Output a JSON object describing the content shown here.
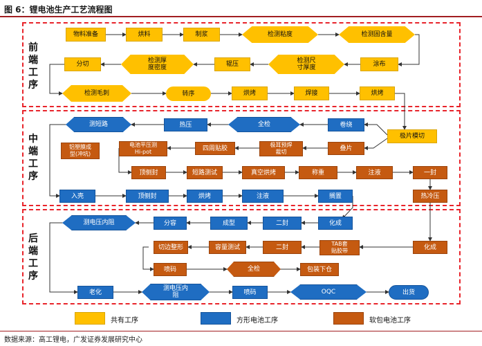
{
  "figure_title": "图 6：锂电池生产工艺流程图",
  "source": "数据来源：高工锂电，广发证券发展研究中心",
  "sections": {
    "front": "前\n端\n工\n序",
    "middle": "中\n端\n工\n序",
    "back": "后\n端\n工\n序"
  },
  "nodes": {
    "material_prep": "物料准备",
    "baking_material": "烘料",
    "slurry": "制浆",
    "viscosity_test": "检测粘度",
    "solid_content_test": "检测固含量",
    "slitting": "分切",
    "thickness_density_test": "检测厚\n度密度",
    "rolling": "辊压",
    "size_thickness_test": "检测尺\n寸厚度",
    "coating": "涂布",
    "burr_test": "检测毛刺",
    "transfer": "转序",
    "bake_front_1": "烘烤",
    "welding": "焊接",
    "bake_front_2": "烘烤",
    "tab_die_cut": "极片模切",
    "short_test_mid": "测短路",
    "hot_press": "热压",
    "full_check_mid": "全检",
    "winding": "卷绕",
    "aluminum_film": "铝塑膜成\n型(冲坑)",
    "voltage_insulation": "电池平压测\nHi-pot",
    "four_side_tape": "四周贴胶",
    "tab_prewelding": "极耳预焊\n裁切",
    "stacking": "叠片",
    "top_side_seal": "顶侧封",
    "short_circuit_test": "短路测试",
    "vacuum_bake": "真空烘烤",
    "weighing": "称重",
    "electrolyte_fill_soft": "注液",
    "first_seal": "一封",
    "case_insert": "入壳",
    "top_side_seal_square": "顶侧封",
    "bake_mid": "烘烤",
    "electrolyte_fill_square": "注液",
    "resting": "搁置",
    "hot_cold_press": "热冷压",
    "voltage_resistance_test": "测电压内阻",
    "capacity_grading": "分容",
    "shaping": "成型",
    "second_seal_square": "二封",
    "formation_square": "化成",
    "edge_trim": "切边整形",
    "capacity_test": "容量测试",
    "second_seal_soft": "二封",
    "tab_glue": "TAB套\n贴胶带",
    "formation_soft": "化成",
    "inkjet_back": "喷码",
    "full_check_back": "全检",
    "packing": "包装下仓",
    "aging": "老化",
    "voltage_resistance_back": "测电压内\n阻",
    "inkjet_final": "喷码",
    "oqc": "OQC",
    "shipment": "出货"
  },
  "legend": {
    "shared": "共有工序",
    "square": "方形电池工序",
    "soft": "软包电池工序"
  },
  "colors": {
    "shared": "#ffc000",
    "square": "#1f6dc2",
    "soft": "#c55a11",
    "section_border": "#e8232a",
    "accent": "#a11d21"
  }
}
